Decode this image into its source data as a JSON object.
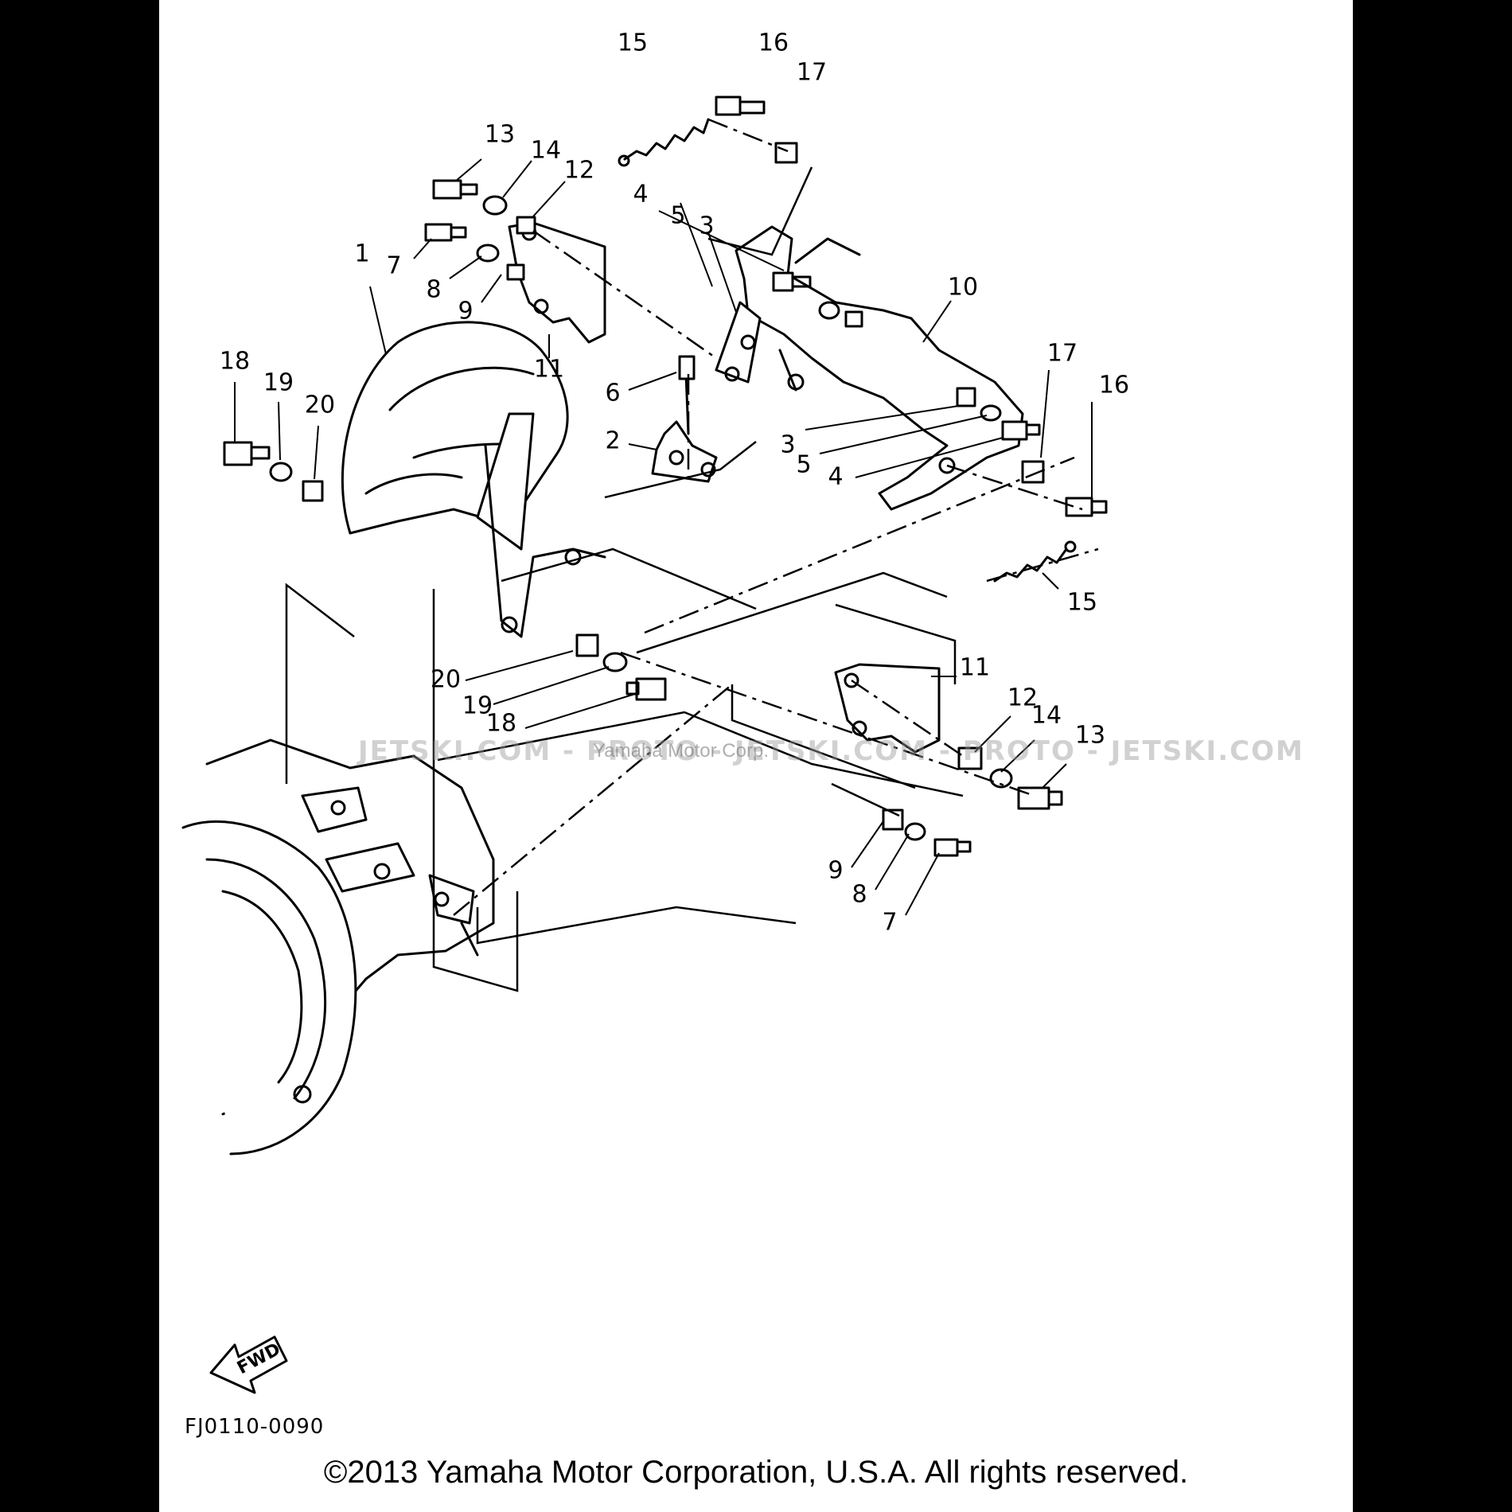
{
  "callouts": [
    {
      "id": "c15a",
      "text": "15"
    },
    {
      "id": "c16a",
      "text": "16"
    },
    {
      "id": "c17a",
      "text": "17"
    },
    {
      "id": "c13a",
      "text": "13"
    },
    {
      "id": "c14a",
      "text": "14"
    },
    {
      "id": "c12a",
      "text": "12"
    },
    {
      "id": "c7a",
      "text": "7"
    },
    {
      "id": "c8a",
      "text": "8"
    },
    {
      "id": "c9a",
      "text": "9"
    },
    {
      "id": "c4a",
      "text": "4"
    },
    {
      "id": "c5a",
      "text": "5"
    },
    {
      "id": "c3a",
      "text": "3"
    },
    {
      "id": "c1",
      "text": "1"
    },
    {
      "id": "c11a",
      "text": "11"
    },
    {
      "id": "c10",
      "text": "10"
    },
    {
      "id": "c6",
      "text": "6"
    },
    {
      "id": "c2",
      "text": "2"
    },
    {
      "id": "c18a",
      "text": "18"
    },
    {
      "id": "c19a",
      "text": "19"
    },
    {
      "id": "c20a",
      "text": "20"
    },
    {
      "id": "c3b",
      "text": "3"
    },
    {
      "id": "c5b",
      "text": "5"
    },
    {
      "id": "c4b",
      "text": "4"
    },
    {
      "id": "c17b",
      "text": "17"
    },
    {
      "id": "c16b",
      "text": "16"
    },
    {
      "id": "c15b",
      "text": "15"
    },
    {
      "id": "c20b",
      "text": "20"
    },
    {
      "id": "c19b",
      "text": "19"
    },
    {
      "id": "c18b",
      "text": "18"
    },
    {
      "id": "c11b",
      "text": "11"
    },
    {
      "id": "c12b",
      "text": "12"
    },
    {
      "id": "c14b",
      "text": "14"
    },
    {
      "id": "c13b",
      "text": "13"
    },
    {
      "id": "c9b",
      "text": "9"
    },
    {
      "id": "c8b",
      "text": "8"
    },
    {
      "id": "c7b",
      "text": "7"
    }
  ],
  "fwd_label": "FWD",
  "drawing_code": "FJ0110-0090",
  "copyright": "©2013 Yamaha Motor Corporation, U.S.A. All rights reserved.",
  "watermark": "JETSKI.COM - PROTO - JETSKI.COM - PROTO - JETSKI.COM",
  "watermark_sub": "Yamaha Motor Corp."
}
